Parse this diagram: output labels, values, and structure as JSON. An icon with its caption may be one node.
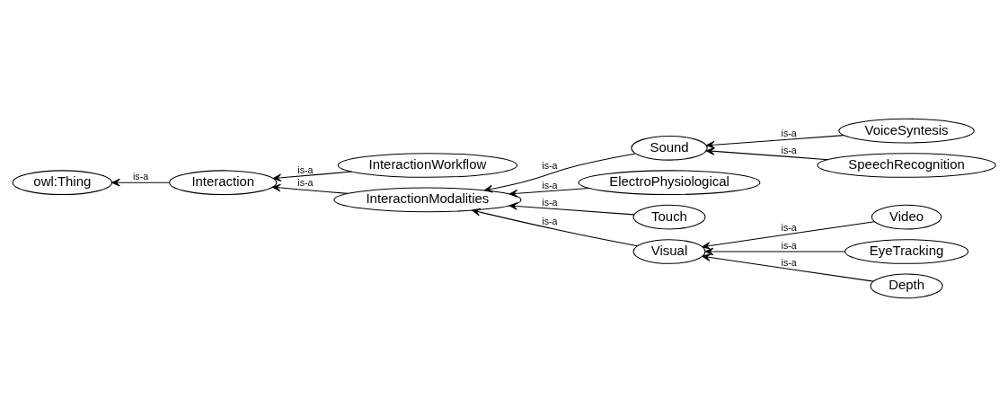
{
  "diagram": {
    "nodes": [
      {
        "text": [
          "owl:Thing"
        ]
      },
      {
        "text": [
          "Interaction"
        ]
      },
      {
        "text": [
          "InteractionWorkflow"
        ]
      },
      {
        "text": [
          "InteractionModalities"
        ]
      },
      {
        "text": [
          "Sound"
        ]
      },
      {
        "text": [
          "VoiceSyntesis"
        ]
      },
      {
        "text": [
          "SpeechRecognition"
        ]
      },
      {
        "text": [
          "ElectroPhysiological"
        ]
      },
      {
        "text": [
          "Touch"
        ]
      },
      {
        "text": [
          "Visual"
        ]
      },
      {
        "text": [
          "Video"
        ]
      },
      {
        "text": [
          "EyeTracking"
        ]
      },
      {
        "text": [
          "Depth"
        ]
      }
    ],
    "edges": [
      {
        "from": 1,
        "to": 0,
        "arrow": "to",
        "label": "is-a"
      },
      {
        "from": 2,
        "to": 1,
        "arrow": "to",
        "label": "is-a"
      },
      {
        "from": 3,
        "to": 1,
        "arrow": "to",
        "label": "is-a"
      },
      {
        "from": 4,
        "to": 3,
        "arrow": "to",
        "label": "is-a"
      },
      {
        "from": 5,
        "to": 4,
        "arrow": "to",
        "label": "is-a"
      },
      {
        "from": 6,
        "to": 4,
        "arrow": "to",
        "label": "is-a"
      },
      {
        "from": 7,
        "to": 3,
        "arrow": "to",
        "label": "is-a"
      },
      {
        "from": 8,
        "to": 3,
        "arrow": "to",
        "label": "is-a"
      },
      {
        "from": 9,
        "to": 3,
        "arrow": "to",
        "label": "is-a"
      },
      {
        "from": 10,
        "to": 9,
        "arrow": "to",
        "label": "is-a"
      },
      {
        "from": 11,
        "to": 9,
        "arrow": "to",
        "label": "is-a"
      },
      {
        "from": 12,
        "to": 9,
        "arrow": "to",
        "label": "is-a"
      }
    ]
  }
}
